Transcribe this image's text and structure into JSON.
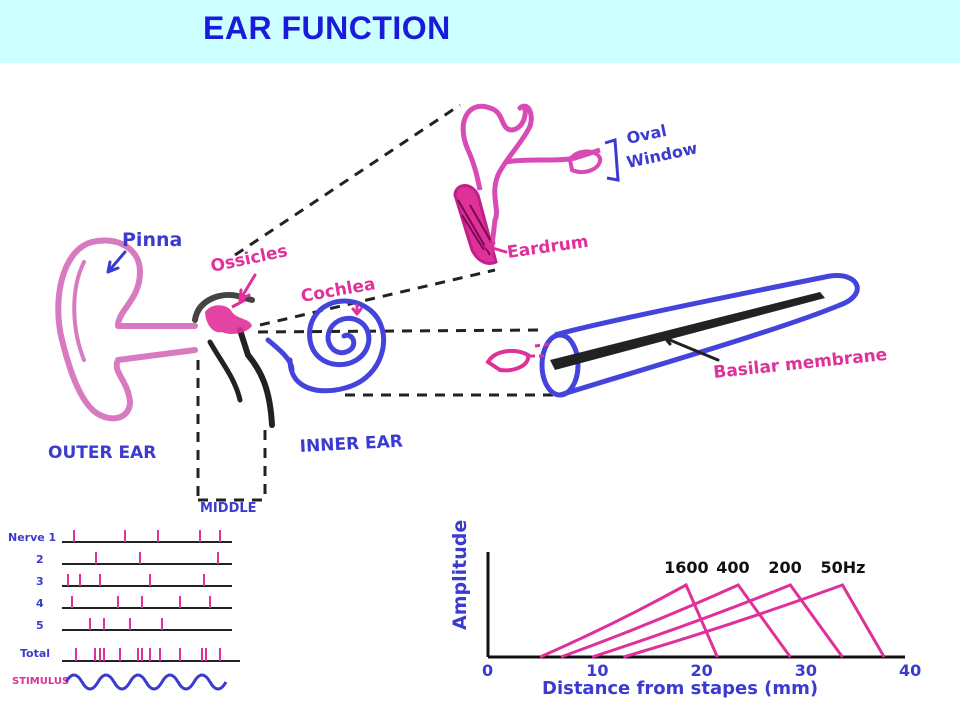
{
  "title": "EAR FUNCTION",
  "labels": {
    "pinna": "Pinna",
    "ossicles": "Ossicles",
    "cochlea": "Cochlea",
    "oval_window_1": "Oval",
    "oval_window_2": "Window",
    "eardrum": "Eardrum",
    "basilar_membrane": "Basilar membrane",
    "outer_ear": "OUTER EAR",
    "inner_ear": "INNER EAR",
    "middle": "MIDDLE"
  },
  "nerve_panel": {
    "nerve_labels": [
      "Nerve 1",
      "2",
      "3",
      "4",
      "5"
    ],
    "total_label": "Total",
    "stimulus_label": "STIMULUS"
  },
  "chart_data": {
    "type": "line",
    "xlabel": "Distance from stapes (mm)",
    "ylabel": "Amplitude",
    "xlim": [
      0,
      40
    ],
    "x_ticks": [
      "0",
      "10",
      "20",
      "30",
      "40"
    ],
    "series": [
      {
        "name": "1600",
        "peak_x": 19,
        "x": [
          5,
          19,
          22
        ],
        "y": [
          0,
          1,
          0
        ]
      },
      {
        "name": "400",
        "peak_x": 24,
        "x": [
          7,
          24,
          29
        ],
        "y": [
          0,
          1,
          0
        ]
      },
      {
        "name": "200",
        "peak_x": 29,
        "x": [
          10,
          29,
          34
        ],
        "y": [
          0,
          1,
          0
        ]
      },
      {
        "name": "50Hz",
        "peak_x": 34,
        "x": [
          13,
          34,
          38
        ],
        "y": [
          0,
          1,
          0
        ]
      }
    ],
    "colors": {
      "curves": "#e0309a",
      "axes": "#111111",
      "text": "#3b3bd0"
    }
  }
}
